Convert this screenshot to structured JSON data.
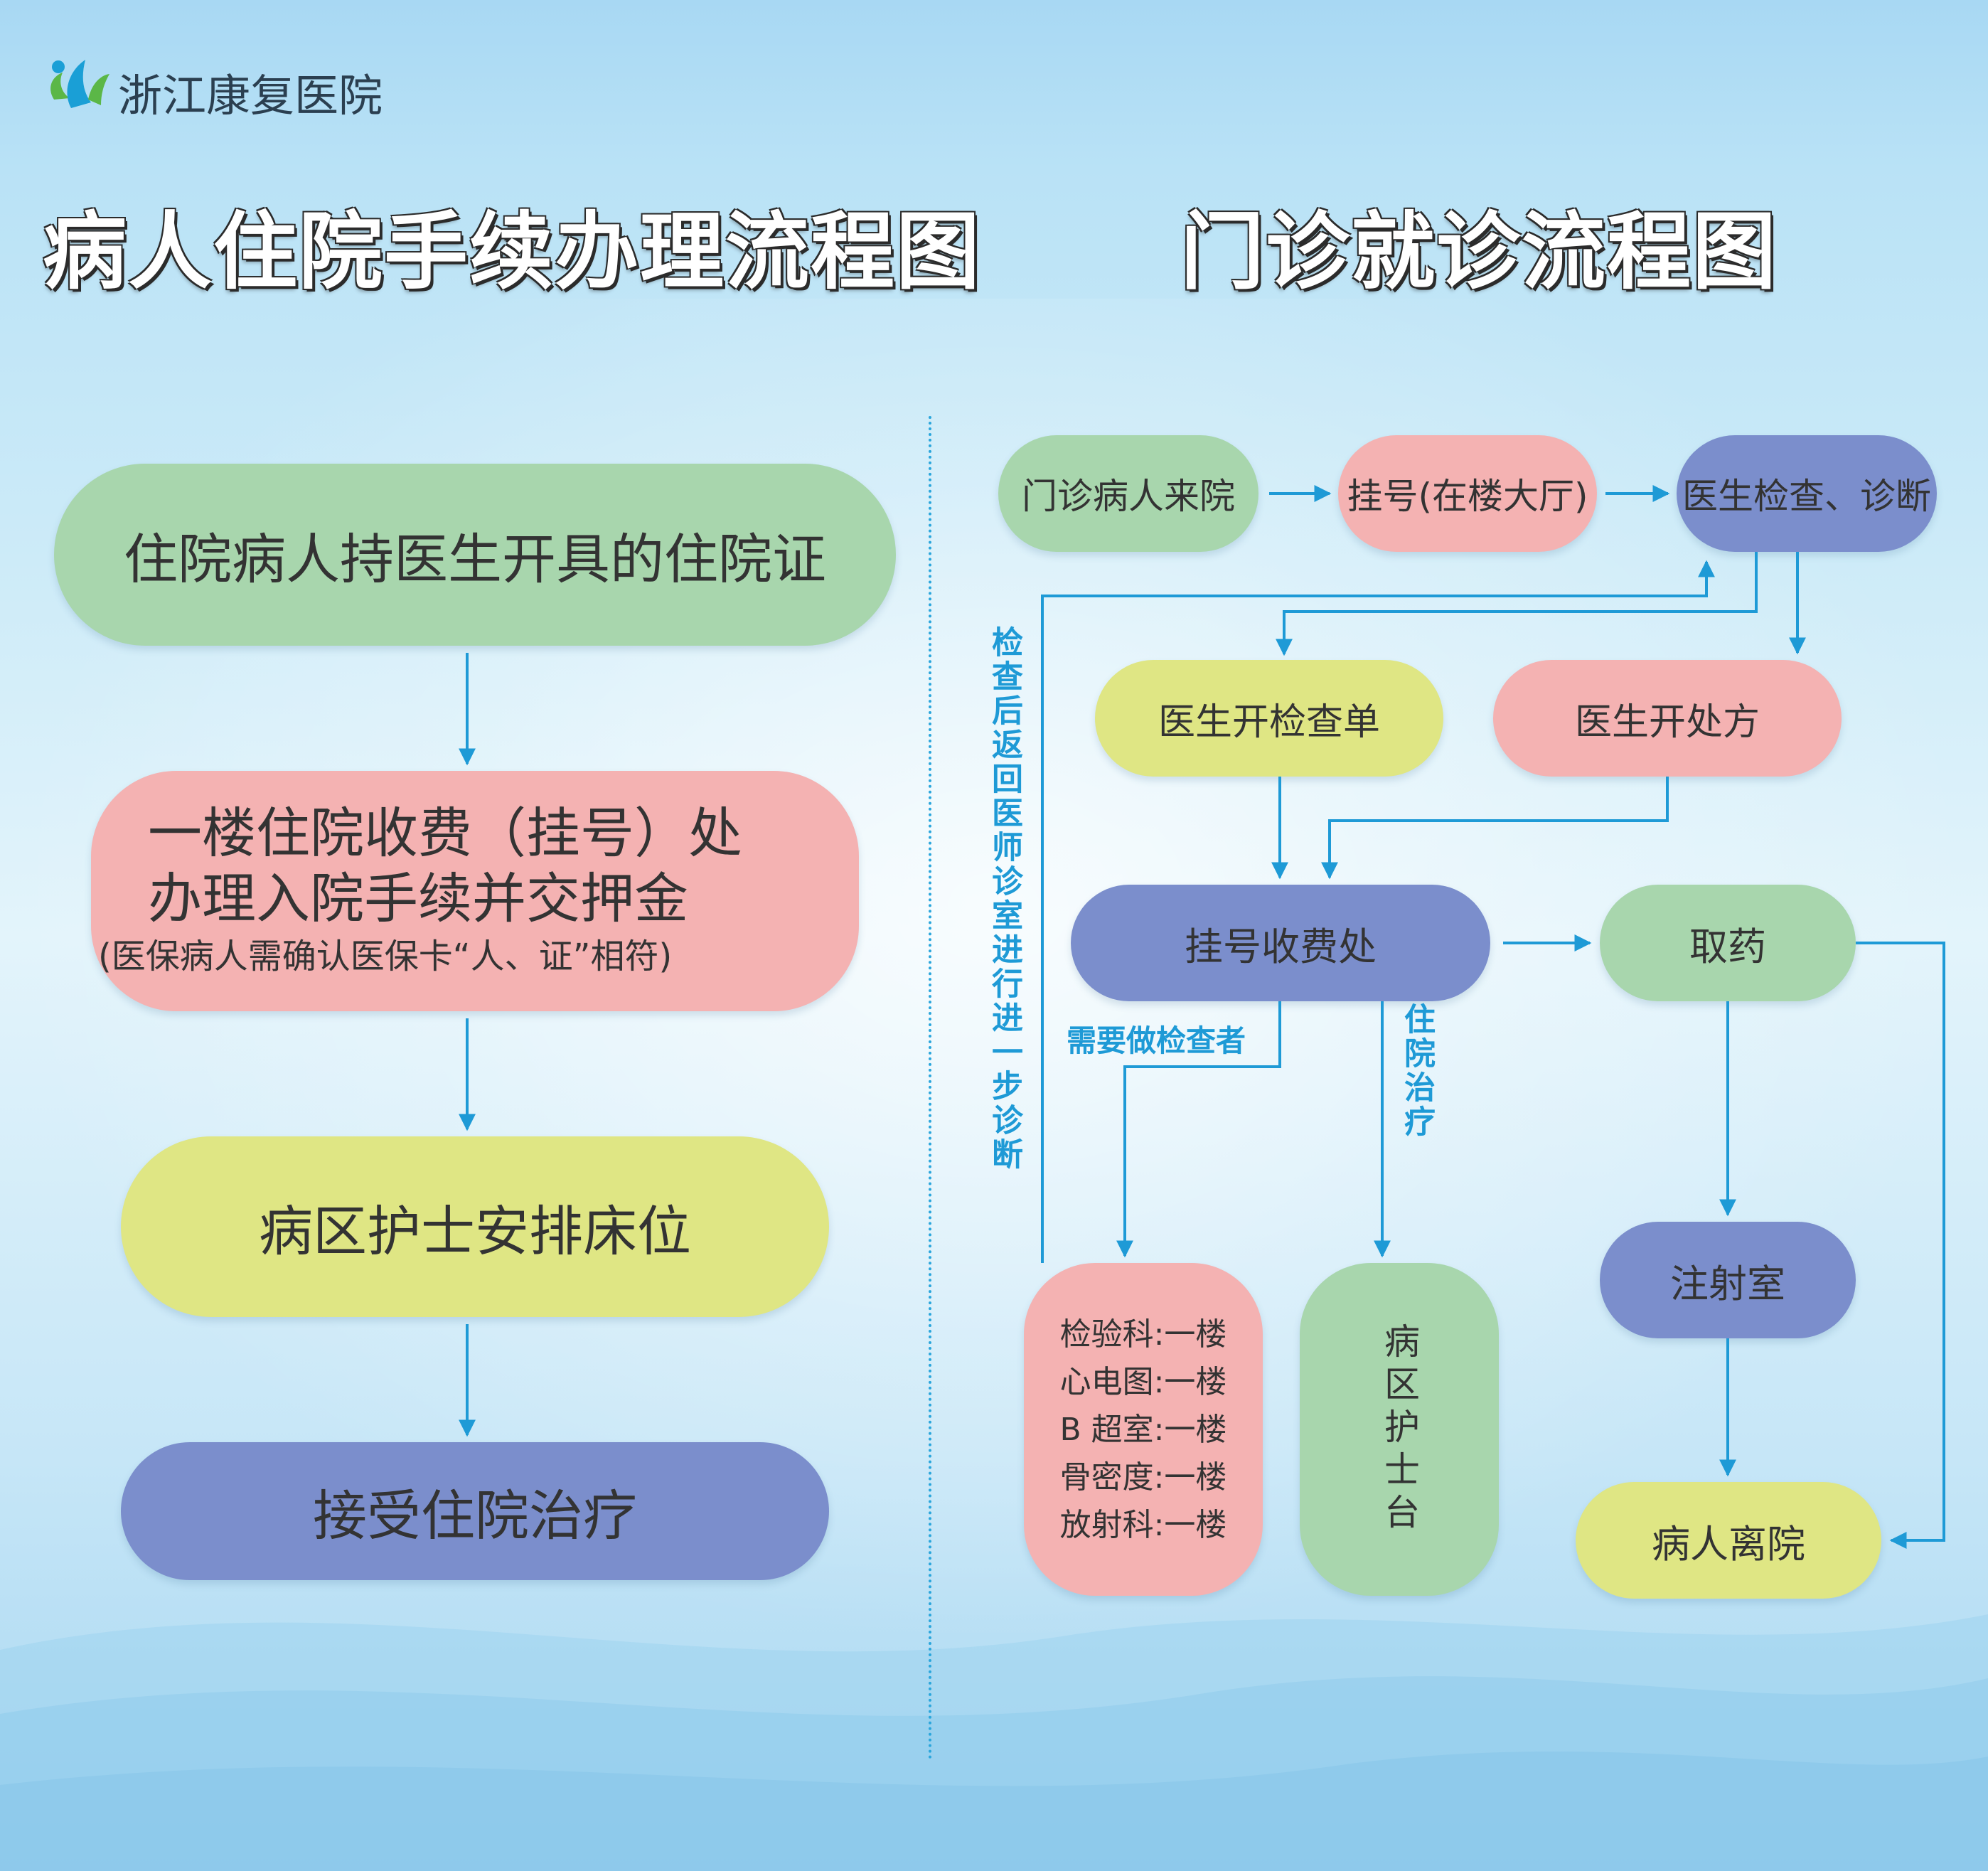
{
  "header": {
    "logo_text": "浙江康复医院",
    "brand_color": "#5bb747"
  },
  "left_chart": {
    "title": "病人住院手续办理流程图",
    "steps": [
      {
        "lines": [
          "住院病人持医生开具的住院证"
        ]
      },
      {
        "lines": [
          "一楼住院收费（挂号）处",
          "办理入院手续并交押金"
        ],
        "note": "(医保病人需确认医保卡“人、证”相符)"
      },
      {
        "lines": [
          "病区护士安排床位"
        ]
      },
      {
        "lines": [
          "接受住院治疗"
        ]
      }
    ]
  },
  "right_chart": {
    "title": "门诊就诊流程图",
    "nodes": {
      "arrive": "门诊病人来院",
      "register": "挂号(在楼大厅)",
      "exam": "医生检查、诊断",
      "order_tests": "医生开检查单",
      "prescribe": "医生开处方",
      "cashier": "挂号收费处",
      "pharmacy": "取药",
      "injection": "注射室",
      "leave": "病人离院",
      "ward_desk": "病区护士台",
      "departments": [
        "检验科:一楼",
        "心电图:一楼",
        "B 超室:一楼",
        "骨密度:一楼",
        "放射科:一楼"
      ]
    },
    "labels": {
      "return_after_tests": "检查后返回医师诊室进行进一步诊断",
      "need_tests": "需要做检查者",
      "inpatient": "住院治疗"
    }
  },
  "colors": {
    "arrow": "#1e9ad6",
    "green_node": "#a8d6ad",
    "pink_node": "#f4b2b2",
    "lime_node": "#dfe684",
    "navy_node": "#7b8ecc"
  }
}
